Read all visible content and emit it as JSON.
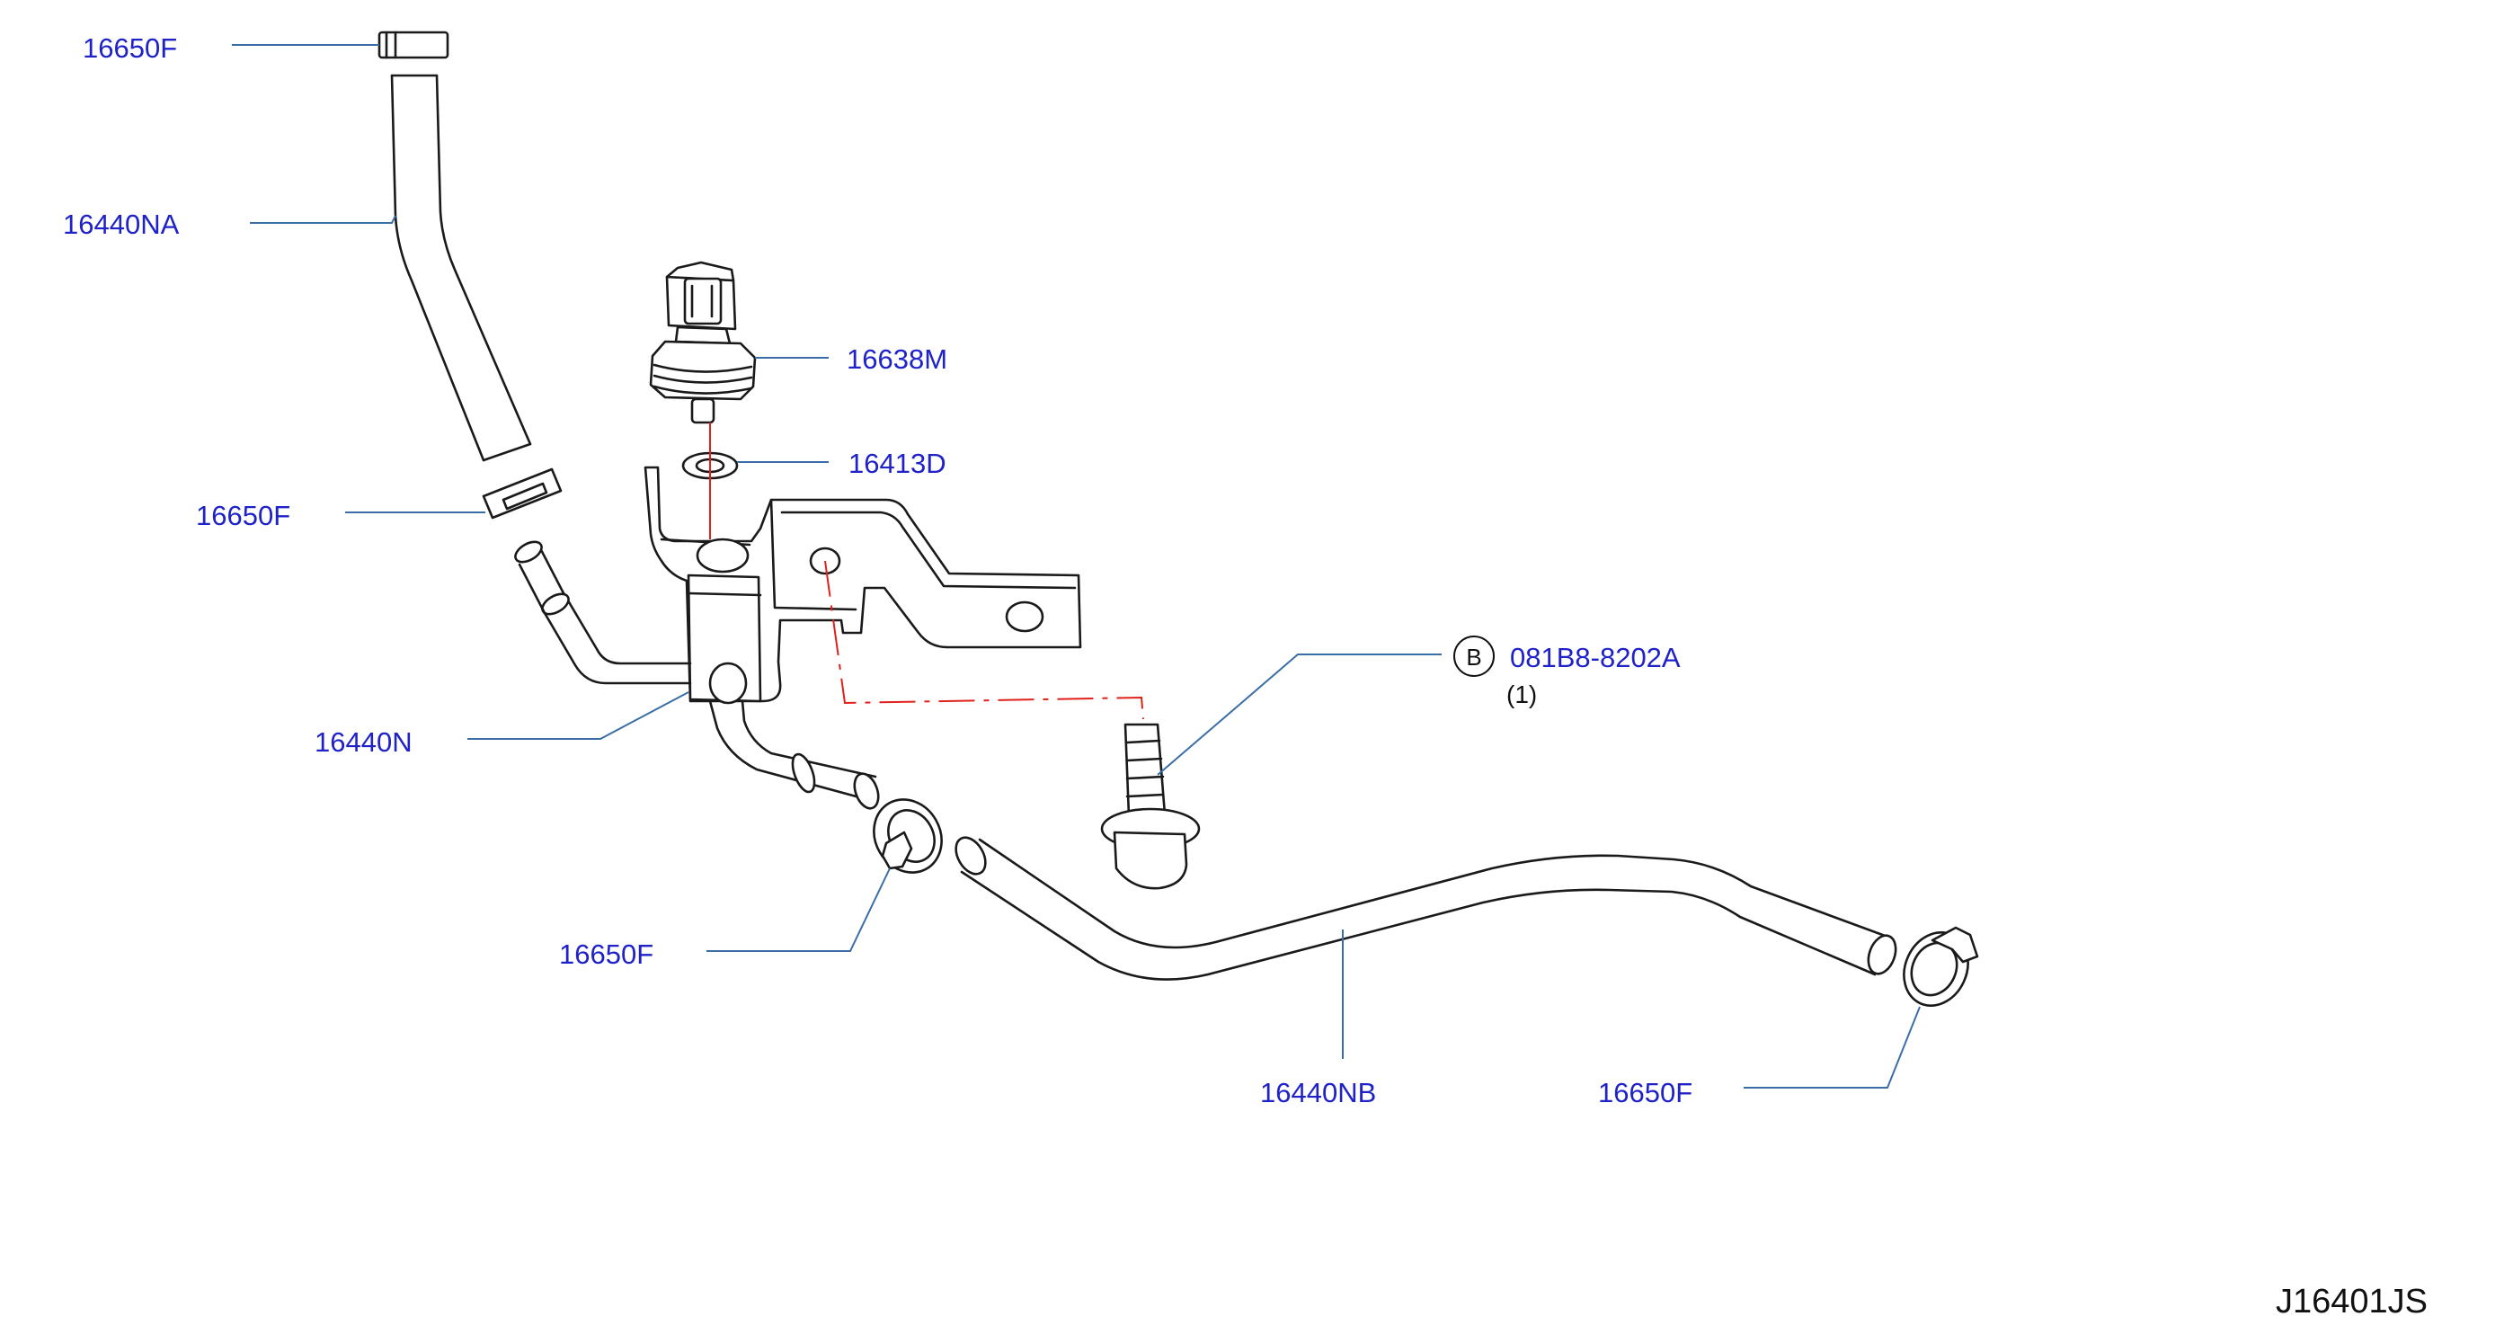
{
  "diagram_id": "J16401JS",
  "callouts": {
    "clamp_top": "16650F",
    "hose_upper": "16440NA",
    "sensor": "16638M",
    "washer": "16413D",
    "clamp_mid_left": "16650F",
    "bolt": "081B8-8202A",
    "bolt_qty": "(1)",
    "bolt_mark": "B",
    "pipe_assembly": "16440N",
    "clamp_lower_left": "16650F",
    "hose_lower": "16440NB",
    "clamp_lower_right": "16650F"
  },
  "colors": {
    "callout_text": "#1e22c8",
    "leader_line": "#3a6ea5",
    "axis_line": "#e0201b",
    "part_outline": "#1a1a1a"
  }
}
